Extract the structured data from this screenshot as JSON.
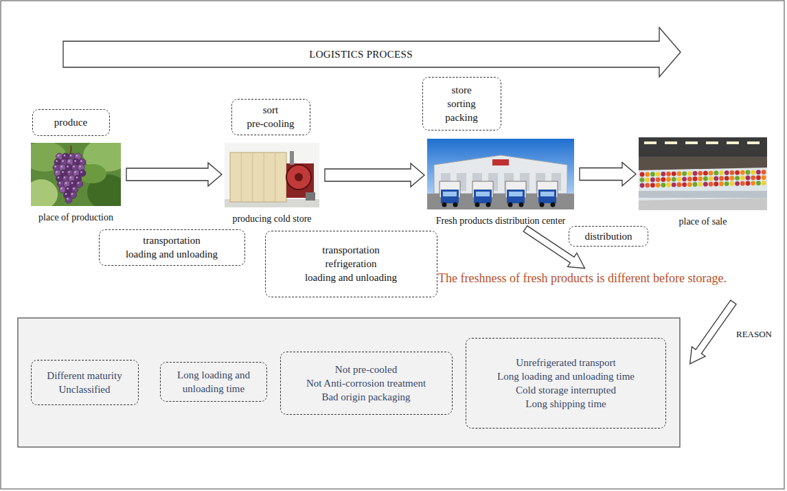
{
  "diagram": {
    "nodes": [
      {
        "text": [
          "LOGISTICS PROCESS"
        ]
      },
      {
        "text": [
          "produce"
        ]
      },
      {
        "text": [
          "place of production"
        ]
      },
      {
        "text": [
          "sort",
          "pre-cooling"
        ]
      },
      {
        "text": [
          "producing cold store"
        ]
      },
      {
        "text": [
          "store",
          "sorting",
          "packing"
        ]
      },
      {
        "text": [
          "Fresh products distribution center"
        ]
      },
      {
        "text": [
          "place of sale"
        ]
      },
      {
        "text": [
          "transportation",
          "loading and unloading"
        ]
      },
      {
        "text": [
          "transportation",
          "refrigeration",
          "loading and unloading"
        ]
      },
      {
        "text": [
          "distribution"
        ]
      },
      {
        "text": [
          "Different maturity",
          "Unclassified"
        ]
      },
      {
        "text": [
          "Long loading and unloading time"
        ]
      },
      {
        "text": [
          "Not pre-cooled",
          "Not Anti-corrosion treatment",
          "Bad origin packaging"
        ]
      },
      {
        "text": [
          "Unrefrigerated transport",
          "Long loading and unloading time",
          "Cold storage interrupted",
          "Long shipping time"
        ]
      }
    ],
    "edges": [
      {
        "from": 2,
        "to": 4,
        "arrow": "to"
      },
      {
        "from": 4,
        "to": 6,
        "arrow": "to"
      },
      {
        "from": 6,
        "to": 7,
        "arrow": "to"
      }
    ],
    "labels": [
      "The freshness of fresh products is different before storage.",
      "REASON"
    ]
  }
}
